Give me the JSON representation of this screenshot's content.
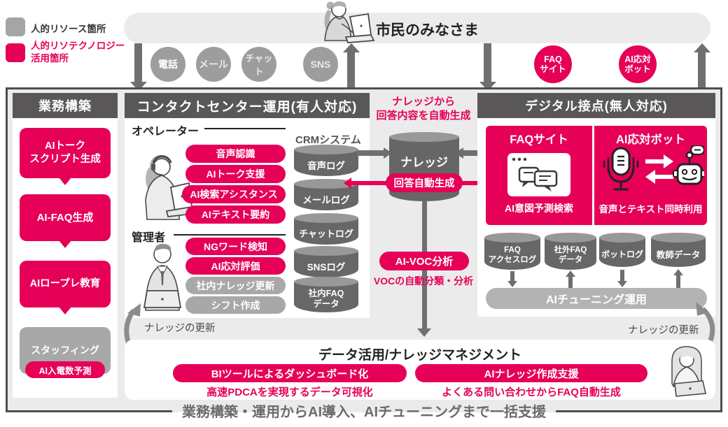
{
  "legend": {
    "item1": "人的リソース箇所",
    "item2": "人的リソテクノロジー\n活用箇所"
  },
  "top": {
    "banner": "市民のみなさま",
    "ch1": "電話",
    "ch2": "メール",
    "ch3": "チャット",
    "ch4": "SNS",
    "faq_circle": "FAQ\nサイト",
    "bot_circle": "AI応対\nボット"
  },
  "build": {
    "header": "業務構築",
    "b1": "AIトーク\nスクリプト生成",
    "b2": "AI-FAQ生成",
    "b3": "AIロープレ教育",
    "b4": "スタッフィング",
    "b4_badge": "AI入電数予測"
  },
  "contact": {
    "header": "コンタクトセンター運用(有人対応)",
    "operator_label": "オペレーター",
    "op1": "音声認識",
    "op2": "AIトーク支援",
    "op3": "AI検索アシスタンス",
    "op4": "AIテキスト要約",
    "manager_label": "管理者",
    "mg1": "NGワード検知",
    "mg2": "AI応対評価",
    "mg3": "社内ナレッジ更新",
    "mg4": "シフト作成",
    "crm_label": "CRMシステム",
    "cy1": "音声ログ",
    "cy2": "メールログ",
    "cy3": "チャットログ",
    "cy4": "SNSログ",
    "cy5": "社内FAQ\nデータ"
  },
  "knowledge": {
    "note": "ナレッジから\n回答内容を自動生成",
    "cylinder": "ナレッジ",
    "pill": "回答自動生成",
    "voc_pill": "AI-VOC分析",
    "voc_note": "VOCの自動分類・分析"
  },
  "digital": {
    "header": "デジタル接点(無人対応)",
    "faq_title": "FAQサイト",
    "faq_caption": "AI意図予測検索",
    "bot_title": "AI応対ボット",
    "bot_caption": "音声とテキスト同時利用",
    "cy1": "FAQ\nアクセスログ",
    "cy2": "社外FAQ\nデータ",
    "cy3": "ボットログ",
    "cy4": "教師データ",
    "tuning": "AIチューニング運用"
  },
  "updates": {
    "left": "ナレッジの更新",
    "right": "ナレッジの更新"
  },
  "bottom": {
    "title": "データ活用/ナレッジマネジメント",
    "pill1": "BIツールによるダッシュボード化",
    "cap1": "高速PDCAを実現するデータ可視化",
    "pill2": "AIナレッジ作成支援",
    "cap2": "よくある問い合わせからFAQ自動生成"
  },
  "footer": "業務構築・運用からAI導入、AIチューニングまで一括支援",
  "colors": {
    "pink": "#e60057",
    "header_gray": "#595757",
    "cylinder_gray": "#676767",
    "light_gray": "#ebebeb",
    "pill_gray": "#a8a8a8",
    "tuning_bar_gray": "#b3b3b3"
  }
}
